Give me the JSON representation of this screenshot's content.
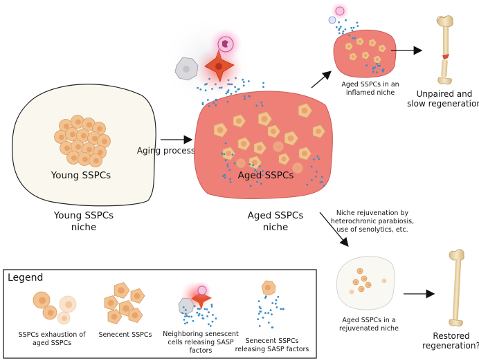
{
  "young": {
    "inner_label": "Young SSPCs",
    "caption_line1": "Young SSPCs",
    "caption_line2": "niche"
  },
  "aging_arrow_label": "Aging process",
  "aged": {
    "inner_label": "Aged SSPCs",
    "caption_line1": "Aged SSPCs",
    "caption_line2": "niche"
  },
  "inflamed": {
    "line1": "Aged SSPCs in an",
    "line2": "inflamed niche"
  },
  "outcome_bad": {
    "line1": "Unpaired and",
    "line2": "slow regeneration"
  },
  "rejuvenation_note": {
    "line1": "Niche rejuvenation by",
    "line2": "heterochronic parabiosis,",
    "line3": "use of senolytics, etc."
  },
  "rejuvenated": {
    "line1": "Aged SSPCs in a",
    "line2": "rejuvenated niche"
  },
  "outcome_good": {
    "line1": "Restored",
    "line2": "regeneration?"
  },
  "legend": {
    "title": "Legend",
    "items": [
      {
        "icon": "exhausted-cells-icon",
        "line1": "SSPCs exhaustion of",
        "line2": "aged SSPCs",
        "line3": ""
      },
      {
        "icon": "senescent-cells-icon",
        "line1": "Senecent SSPCs",
        "line2": "",
        "line3": ""
      },
      {
        "icon": "neighbor-senescent-icon",
        "line1": "Neighboring senescent",
        "line2": "cells releasing SASP",
        "line3": "factors"
      },
      {
        "icon": "sasp-release-icon",
        "line1": "Senecent SSPCs",
        "line2": "releasing SASP factors",
        "line3": ""
      }
    ]
  },
  "colors": {
    "aged_niche_fill": "#ef8078",
    "young_niche_fill": "#faf7ee",
    "cell_fill": "#f2c391",
    "cell_nucleus": "#e8a46b",
    "sasp_dots": "#3a8cc4",
    "neighbor_cell": "#e0532e",
    "immune_cell": "#d44a86",
    "bone": "#efdcb4"
  }
}
